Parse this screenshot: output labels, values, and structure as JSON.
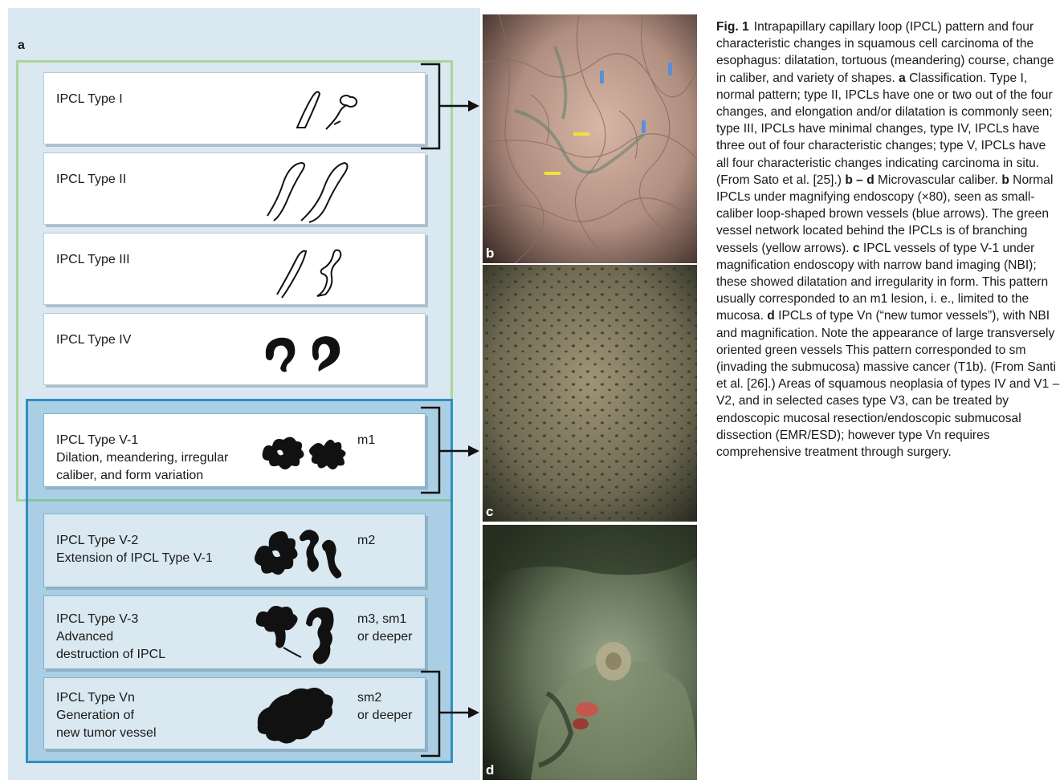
{
  "panel_a_label": "a",
  "types": [
    {
      "id": "I",
      "lines": [
        "IPCL Type I"
      ],
      "depth": ""
    },
    {
      "id": "II",
      "lines": [
        "IPCL Type II"
      ],
      "depth": ""
    },
    {
      "id": "III",
      "lines": [
        "IPCL Type III"
      ],
      "depth": ""
    },
    {
      "id": "IV",
      "lines": [
        "IPCL Type IV"
      ],
      "depth": ""
    },
    {
      "id": "V1",
      "lines": [
        "IPCL Type V-1",
        "Dilation, meandering, irregular",
        "caliber, and form variation"
      ],
      "depth": "m1"
    },
    {
      "id": "V2",
      "lines": [
        "IPCL Type V-2",
        "Extension of IPCL Type V-1"
      ],
      "depth": "m2"
    },
    {
      "id": "V3",
      "lines": [
        "IPCL Type V-3",
        "Advanced",
        "destruction of IPCL"
      ],
      "depth": "m3, sm1\nor deeper"
    },
    {
      "id": "Vn",
      "lines": [
        "IPCL Type Vn",
        "Generation of",
        "new tumor vessel"
      ],
      "depth": "sm2\nor deeper"
    }
  ],
  "photos": [
    {
      "label": "b",
      "annotations": "blue-arrows, yellow-arrows"
    },
    {
      "label": "c"
    },
    {
      "label": "d"
    }
  ],
  "colors": {
    "green_frame": "#a9d69b",
    "blue_frame": "#2f8fbf",
    "panel_bg": "#d9e8f1",
    "blue_arrow": "#5b8fd6",
    "yellow_arrow": "#f0e23c"
  },
  "caption": {
    "fig_label": "Fig. 1",
    "segments": [
      {
        "t": "Intrapapillary capillary loop (IPCL) pattern and four characteristic changes in squamous cell carcinoma of the esophagus: dilatation, tortuous (meandering) course, change in caliber, and variety of shapes. ",
        "b": false
      },
      {
        "t": "a",
        "b": true
      },
      {
        "t": " Classification. Type I, normal pattern; type II, IPCLs have one or two out of the four changes, and elongation and/or dilatation is commonly seen; type III, IPCLs have minimal changes, type IV, IPCLs have three out of four characteristic changes; type V, IPCLs have all four characteristic changes indicating carcinoma in situ. (From Sato et al. [25].) ",
        "b": false
      },
      {
        "t": "b – d",
        "b": true
      },
      {
        "t": " Microvascular caliber. ",
        "b": false
      },
      {
        "t": "b",
        "b": true
      },
      {
        "t": " Normal IPCLs under magnifying endoscopy (×80), seen as small-caliber loop-shaped brown vessels (blue arrows). The green vessel network located behind the IPCLs is of branching vessels (yellow arrows). ",
        "b": false
      },
      {
        "t": "c",
        "b": true
      },
      {
        "t": " IPCL vessels of type V-1 under magnification endoscopy with narrow band imaging (NBI); these showed dilatation and irregularity in form. This pattern usually corresponded to an m1 lesion, i. e., limited to the mucosa. ",
        "b": false
      },
      {
        "t": "d",
        "b": true
      },
      {
        "t": " IPCLs of type Vn (“new tumor vessels”), with NBI and magnification. Note the appearance of large transversely oriented green vessels This pattern corresponded to sm (invading the submucosa) massive cancer (T1b). (From Santi et al. [26].) Areas of squamous neoplasia of types IV and V1 – V2, and in selected cases type V3, can be treated by endoscopic mucosal resection/endoscopic submucosal dissection (EMR/ESD); however type Vn requires comprehensive treatment through surgery.",
        "b": false
      }
    ]
  }
}
